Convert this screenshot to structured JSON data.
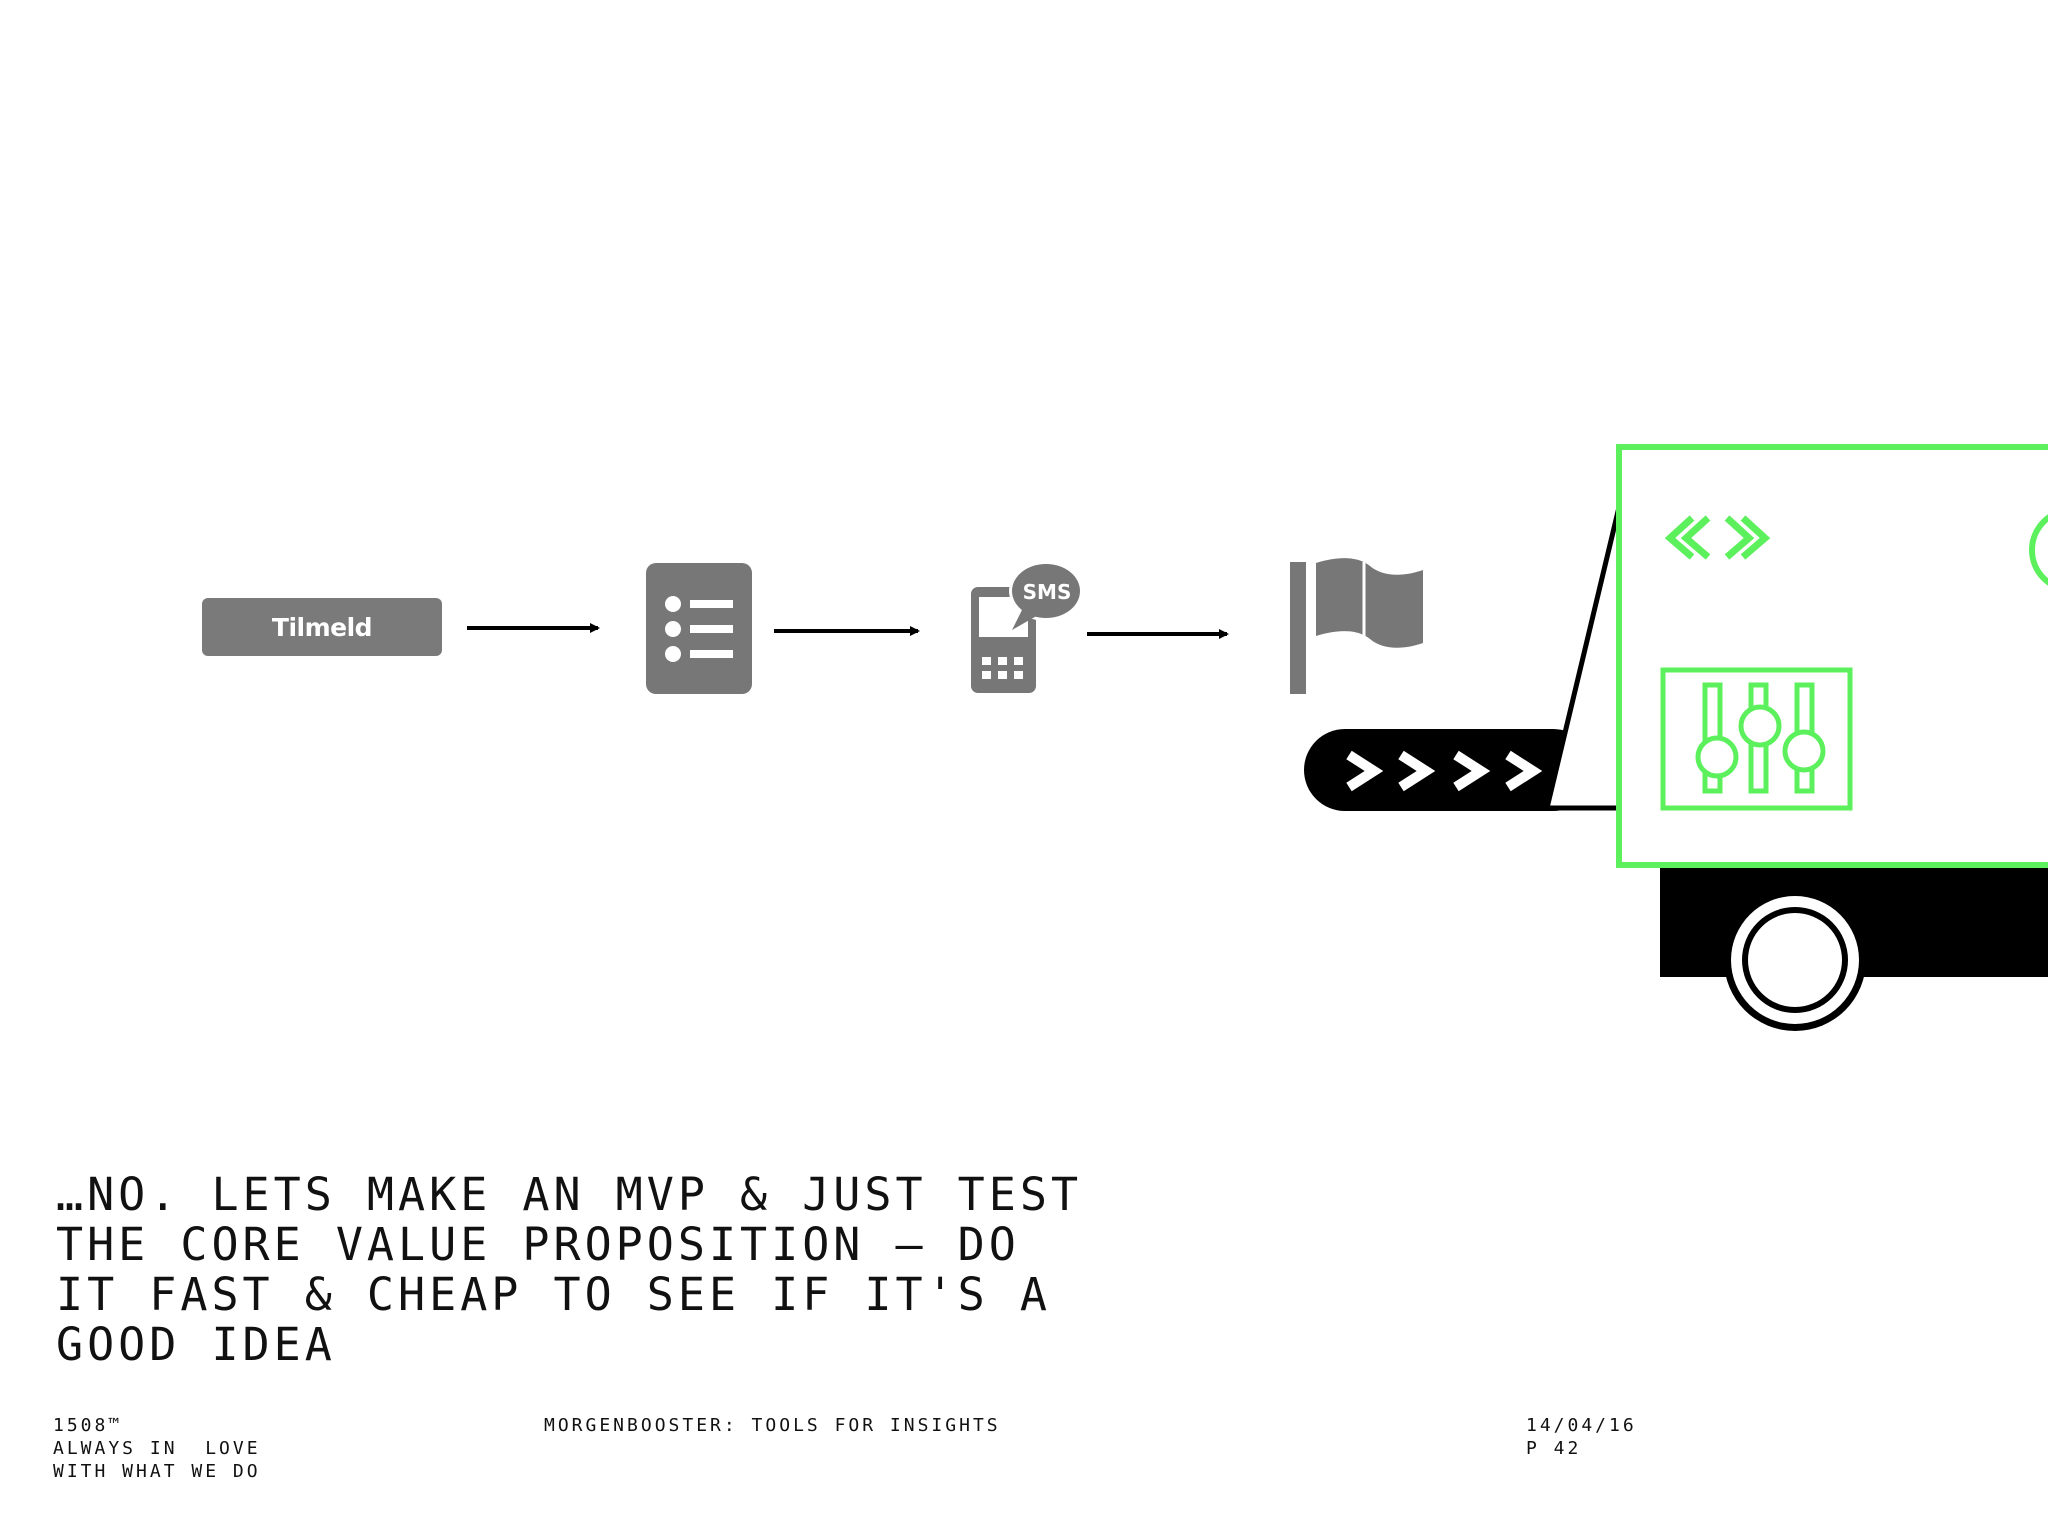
{
  "flow": {
    "signup_button_label": "Tilmeld",
    "sms_bubble_label": "SMS",
    "steps": [
      "signup-button-icon",
      "checklist-icon",
      "phone-sms-icon",
      "flag-icon"
    ]
  },
  "truck": {
    "accent_color": "#5CF05C",
    "body_color": "#000000"
  },
  "headline": {
    "text": "…NO. LETS MAKE AN MVP & JUST TEST THE CORE VALUE PROPOSITION – DO IT FAST & CHEAP TO SEE IF IT'S A GOOD IDEA"
  },
  "footer": {
    "brand": "1508™",
    "tagline_line1": "ALWAYS IN  LOVE",
    "tagline_line2": "WITH WHAT WE DO",
    "event": "MORGENBOOSTER: TOOLS FOR INSIGHTS",
    "date": "14/04/16",
    "page": "P 42"
  }
}
